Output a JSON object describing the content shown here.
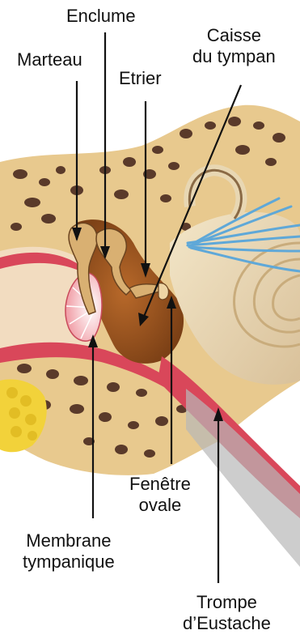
{
  "labels": {
    "enclume": "Enclume",
    "marteau": "Marteau",
    "caisse": [
      "Caisse",
      "du tympan"
    ],
    "etrier": "Etrier",
    "fenetre": [
      "Fenêtre",
      "ovale"
    ],
    "membrane": [
      "Membrane",
      "tympanique"
    ],
    "trompe": [
      "Trompe",
      "d’Eustache"
    ]
  },
  "colors": {
    "bone": "#e8c98e",
    "bone_holes": "#5a3a2a",
    "tissue_red": "#d9475a",
    "cavity_brown": "#9a5520",
    "ossicle": "#d9b072",
    "eardrum": "#f4a7ac",
    "nerve_blue": "#5fa8d8",
    "fat_yellow": "#f2d23a",
    "tube_grey": "#b8b8b8"
  }
}
